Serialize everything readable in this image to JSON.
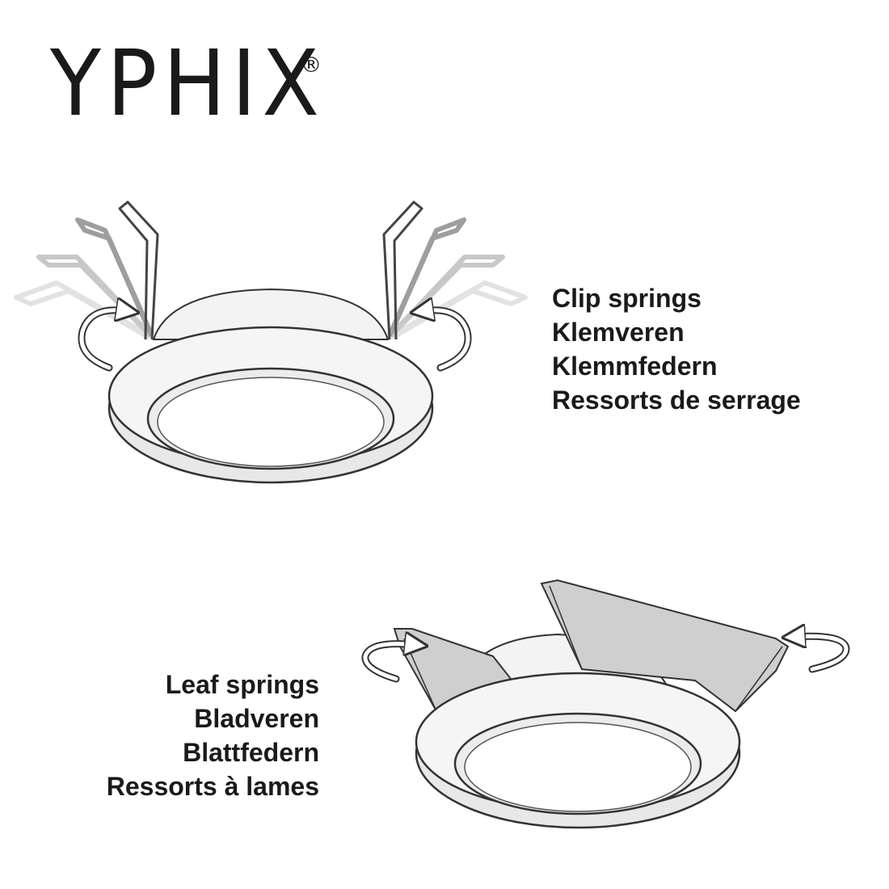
{
  "brand": {
    "name": "YPHIX",
    "registered_mark": "®"
  },
  "clip_springs": {
    "labels": [
      "Clip springs",
      "Klemveren",
      "Klemmfedern",
      "Ressorts de serrage"
    ]
  },
  "leaf_springs": {
    "labels": [
      "Leaf springs",
      "Bladveren",
      "Blattfedern",
      "Ressorts à lames"
    ]
  }
}
